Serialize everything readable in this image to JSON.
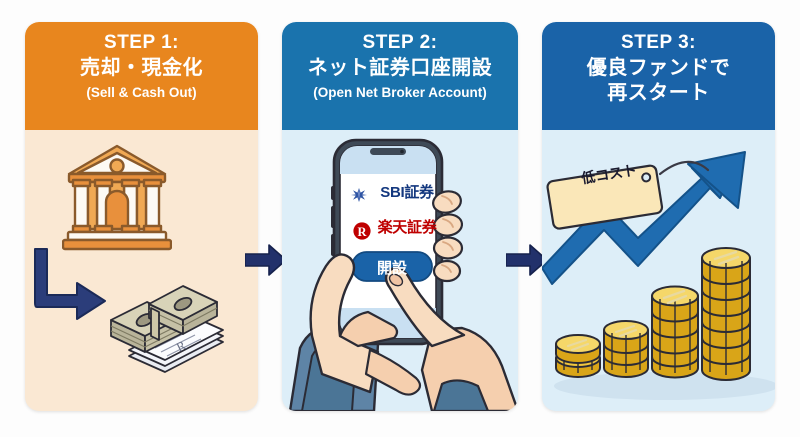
{
  "meta": {
    "background_color": "#fdfdfd",
    "title": "3-Step Flow: Sell, Open Net Broker Account, Restart"
  },
  "steps": [
    {
      "id": "step-1",
      "step_label": "STEP 1:",
      "title": "売却・現金化",
      "subtitle": "(Sell & Cash Out)",
      "header_color": "#e8861e",
      "body_color": "#fae8d3",
      "icons": [
        "bank-building-icon",
        "elbow-arrow-icon",
        "cash-stack-icon"
      ]
    },
    {
      "id": "step-2",
      "step_label": "STEP 2:",
      "title": "ネット証券口座開設",
      "subtitle": "(Open Net Broker Account)",
      "header_color": "#1a73ad",
      "body_color": "#ddeef8",
      "icons": [
        "hands-holding-phone-icon"
      ],
      "phone_screen": {
        "broker_1": "SBI証券",
        "broker_1_logo": "sbi-starburst-icon",
        "broker_1_color": "#14387f",
        "broker_2": "楽天証券",
        "broker_2_logo": "rakuten-r-icon",
        "broker_2_color": "#bf0000",
        "open_button_label": "開設",
        "open_button_color": "#1a63a8"
      }
    },
    {
      "id": "step-3",
      "step_label": "STEP 3:",
      "title": "優良ファンドで\n再スタート",
      "title_line_1": "優良ファンドで",
      "title_line_2": "再スタート",
      "subtitle": "",
      "header_color": "#1a63a8",
      "body_color": "#ddeef8",
      "icons": [
        "price-tag-icon",
        "upward-trend-arrow-icon",
        "coin-stacks-icon"
      ],
      "tag_label": "低コスト",
      "coin_stack_heights": [
        2,
        4,
        6,
        9
      ]
    }
  ],
  "connectors": [
    {
      "id": "arrow-1-2",
      "name": "right-arrow-icon",
      "color": "#22316b"
    },
    {
      "id": "arrow-2-3",
      "name": "right-arrow-icon",
      "color": "#22316b"
    }
  ]
}
